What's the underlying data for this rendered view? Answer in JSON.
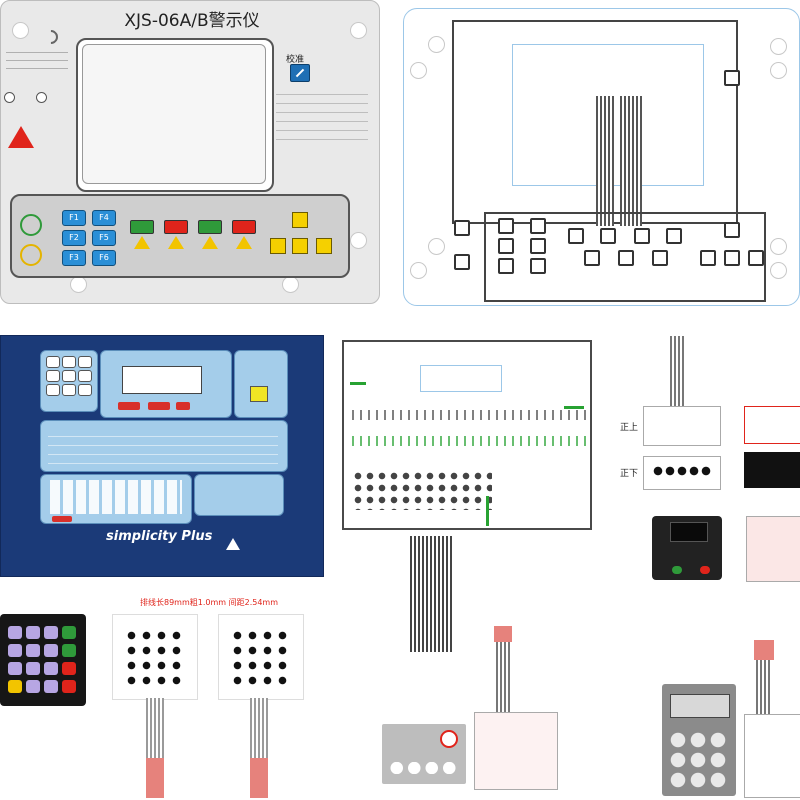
{
  "panel1": {
    "title": "XJS-06A/B警示仪",
    "calibrate_label": "校准",
    "f_keys": [
      "F1",
      "F4",
      "F2",
      "F5",
      "F3",
      "F6"
    ]
  },
  "panel3": {
    "brand": "simplicity Plus"
  },
  "cable_note": "排线长89mm粗1.0mm 间距2.54mm",
  "side_labels": [
    "正上",
    "正下"
  ],
  "colors": {
    "accent_blue": "#2a8fd7",
    "warning_red": "#e0241b",
    "panel_navy": "#1b3a78",
    "keypad_blue": "#a4cdea",
    "trace_green": "#28a232",
    "flex_red": "#e6827c"
  }
}
